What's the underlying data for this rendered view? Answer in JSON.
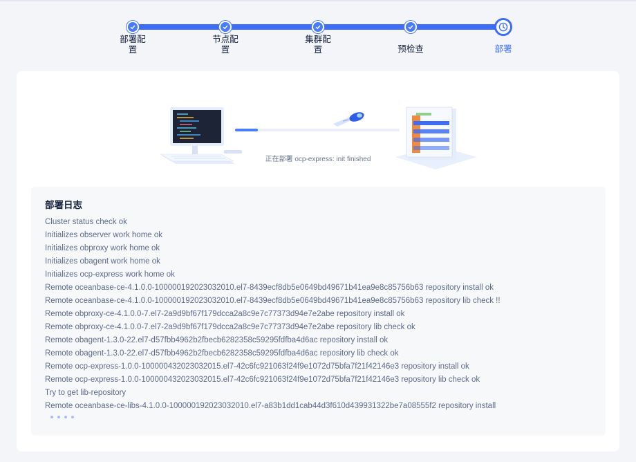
{
  "steps": [
    {
      "label": "部署配置",
      "status": "done"
    },
    {
      "label": "节点配置",
      "status": "done"
    },
    {
      "label": "集群配置",
      "status": "done"
    },
    {
      "label": "预检查",
      "status": "done"
    },
    {
      "label": "部署",
      "status": "current"
    }
  ],
  "deploy": {
    "status_text": "正在部署 ocp-express: init finished",
    "progress": 0.14
  },
  "log": {
    "title": "部署日志",
    "lines": [
      "Cluster status check ok",
      "Initializes observer work home ok",
      "Initializes obproxy work home ok",
      "Initializes obagent work home ok",
      "Initializes ocp-express work home ok",
      "Remote oceanbase-ce-4.1.0.0-100000192023032010.el7-8439ecf8db5e0649bd49671b41ea9e8c85756b63 repository install ok",
      "Remote oceanbase-ce-4.1.0.0-100000192023032010.el7-8439ecf8db5e0649bd49671b41ea9e8c85756b63 repository lib check !!",
      "Remote obproxy-ce-4.1.0.0-7.el7-2a9d9bf67f179dcca2a8c9e7c77373d94e7e2abe repository install ok",
      "Remote obproxy-ce-4.1.0.0-7.el7-2a9d9bf67f179dcca2a8c9e7c77373d94e7e2abe repository lib check ok",
      "Remote obagent-1.3.0-22.el7-d57fbb4962b2fbecb6282358c59295fdfba4d6ac repository install ok",
      "Remote obagent-1.3.0-22.el7-d57fbb4962b2fbecb6282358c59295fdfba4d6ac repository lib check ok",
      "Remote ocp-express-1.0.0-100000432023032015.el7-42c6fc921063f24f9e1072d75bfa7f21f42146e3 repository install ok",
      "Remote ocp-express-1.0.0-100000432023032015.el7-42c6fc921063f24f9e1072d75bfa7f21f42146e3 repository lib check ok",
      "Try to get lib-repository",
      "Remote oceanbase-ce-libs-4.1.0.0-100000192023032010.el7-a83b1dd1cab44d3f610d439931322be7a08555f2 repository install"
    ]
  }
}
